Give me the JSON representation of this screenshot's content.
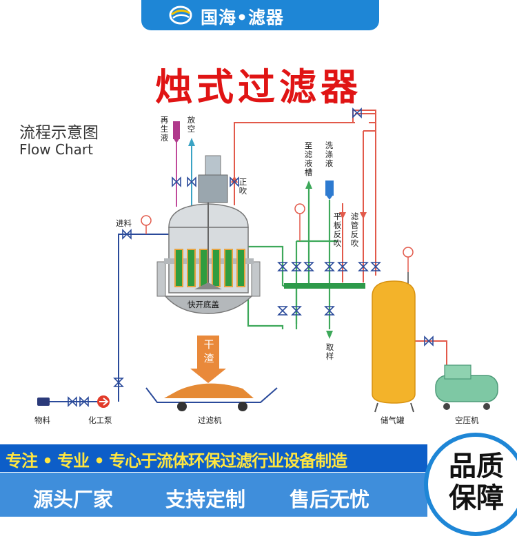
{
  "header": {
    "brand": "国海•滤器"
  },
  "title": "烛式过滤器",
  "flow_chart": {
    "title_cn": "流程示意图",
    "title_en": "Flow Chart"
  },
  "labels": {
    "regen_liquid": "再生液",
    "vent": "放空",
    "forward_blow": "正吹",
    "to_filtrate_tank": "至滤液槽",
    "wash_liquid": "洗涤液",
    "plate_backblow": "平板反吹",
    "pipe_backblow": "滤管反吹",
    "feed": "进料",
    "quick_bottom_cover": "快开底盖",
    "dry_residue": "干渣",
    "sampling": "取样",
    "material": "物料",
    "chemical_pump": "化工泵",
    "filter_machine": "过滤机",
    "air_tank": "储气罐",
    "air_compressor": "空压机"
  },
  "footer": {
    "slogan": "专注 • 专业 • 专心于流体环保过滤行业设备制造",
    "items": [
      "源头厂家",
      "支持定制",
      "售后无忧"
    ],
    "badge": "品质保障"
  }
}
